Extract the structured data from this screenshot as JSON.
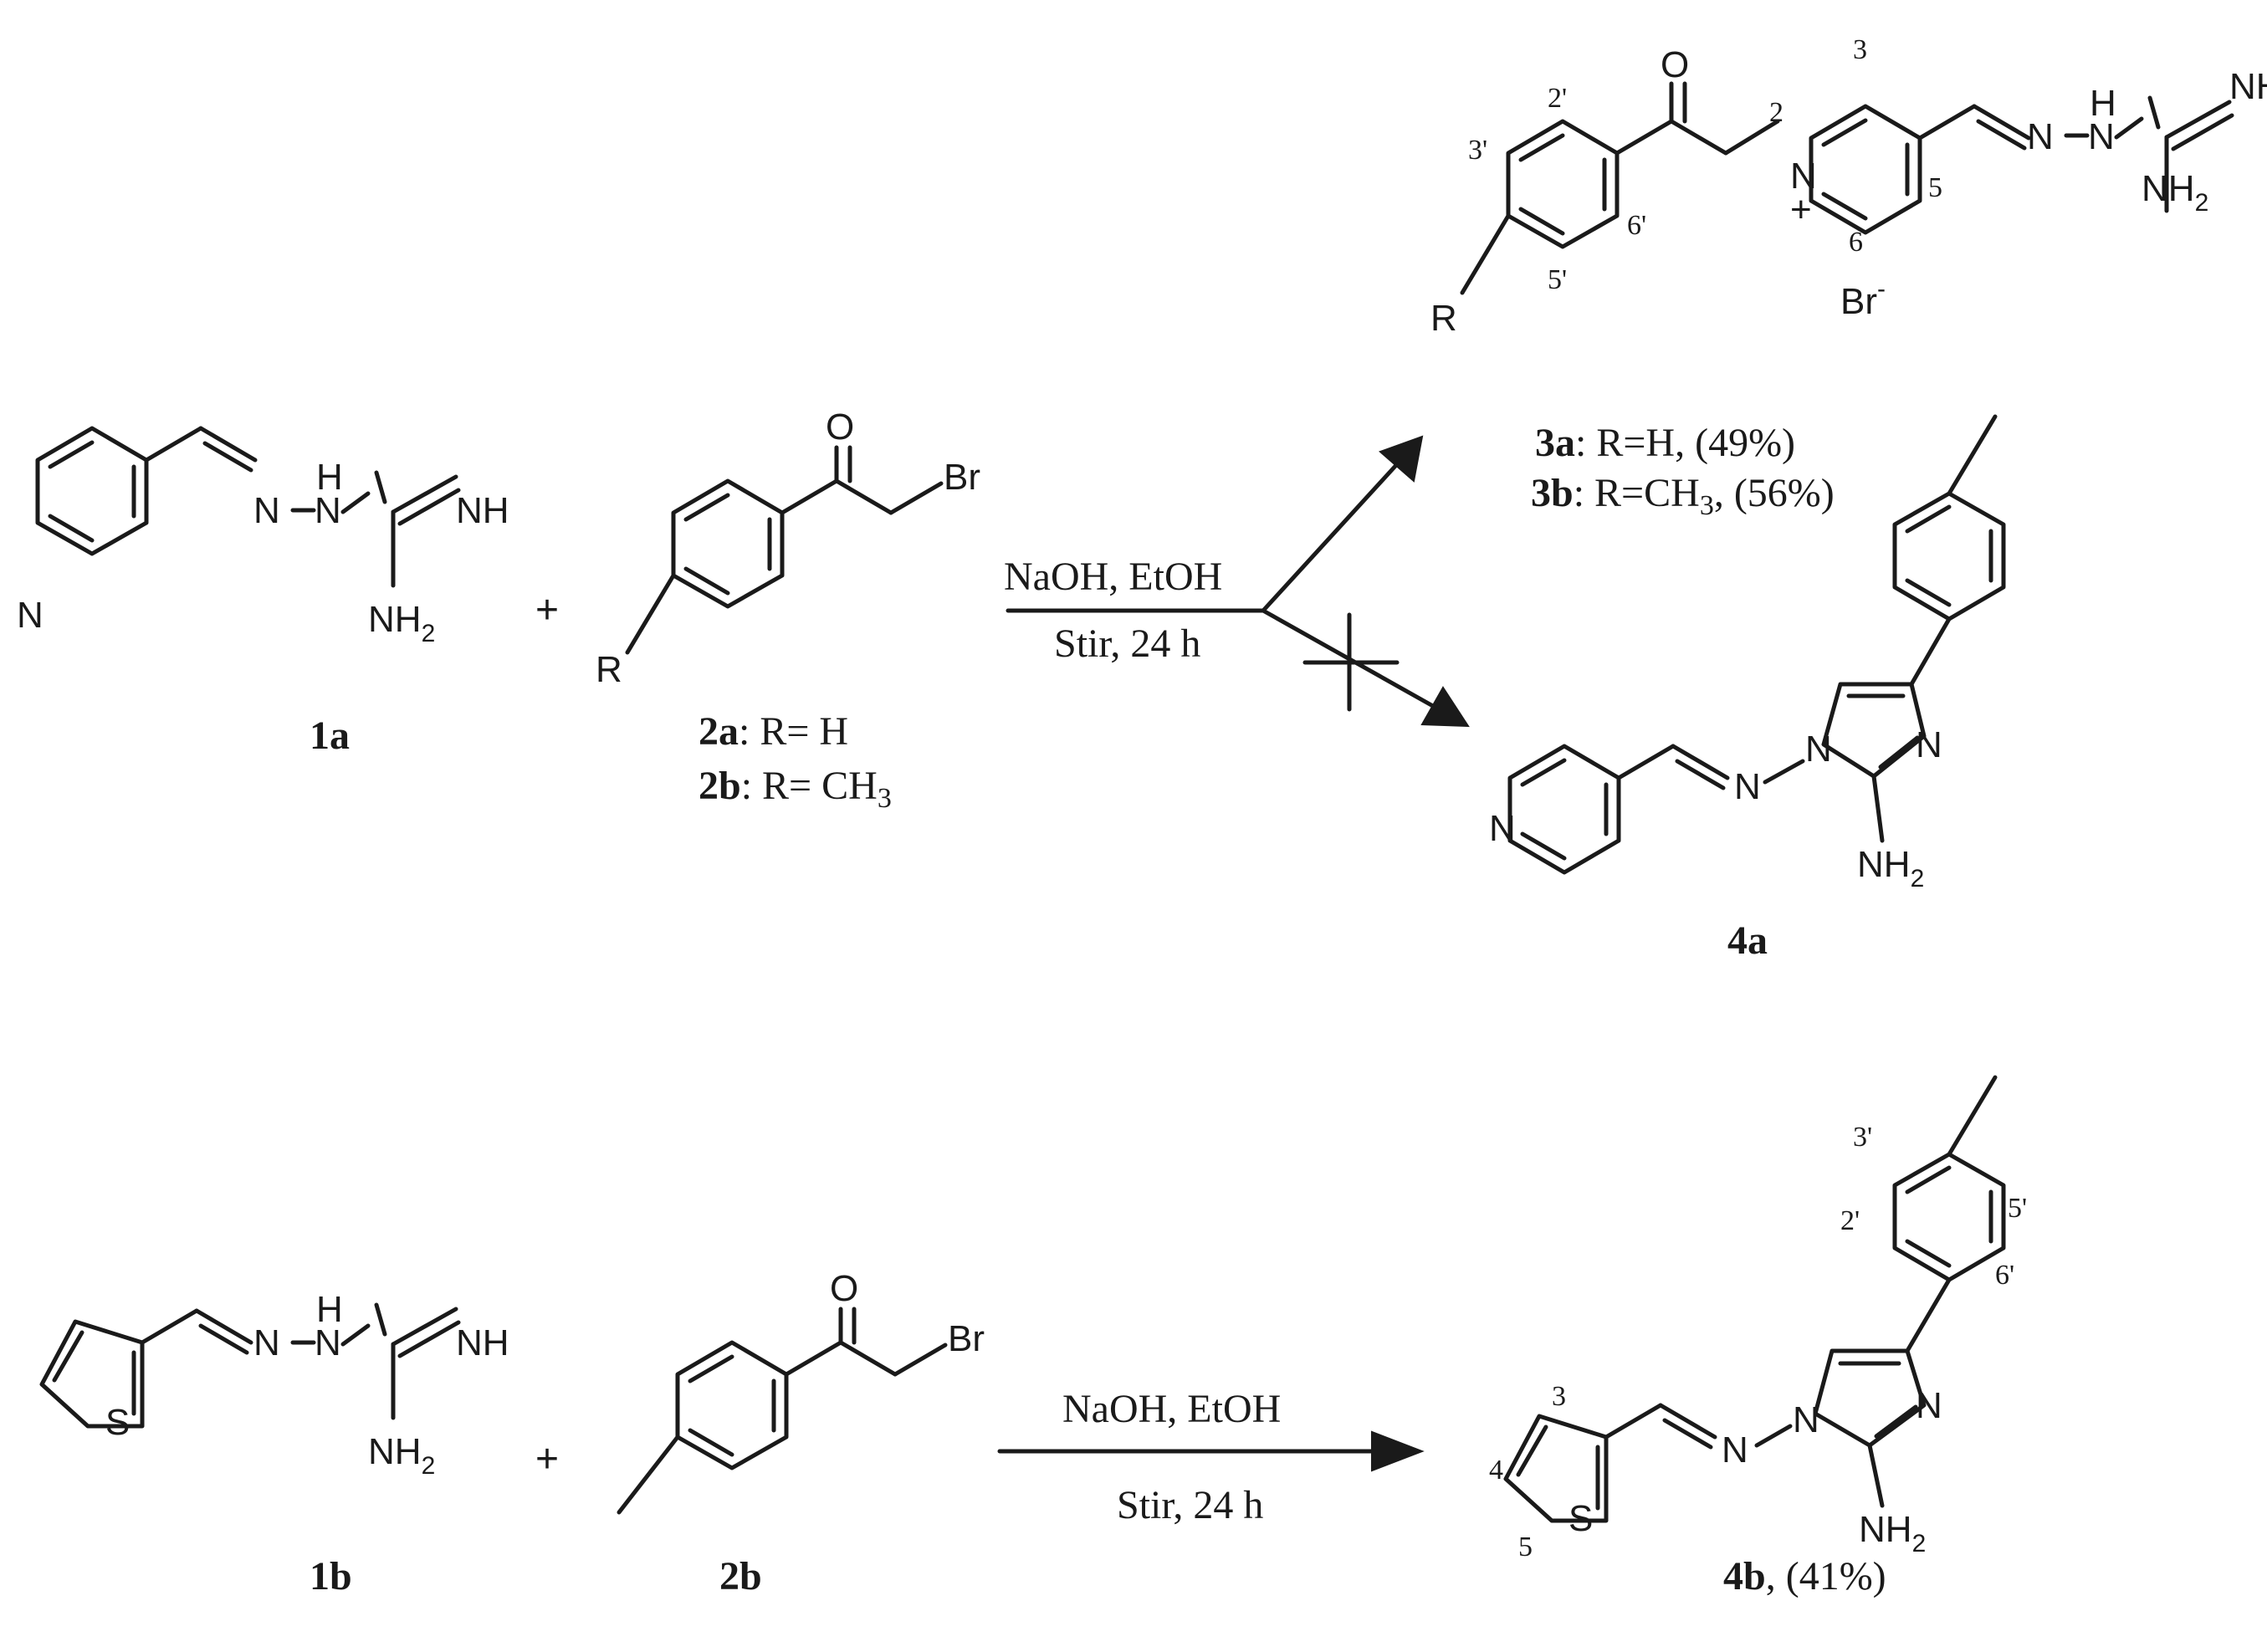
{
  "atoms": {
    "nh": "NH",
    "n": "N",
    "h": "H",
    "o": "O",
    "br": "Br",
    "r": "R",
    "s": "S",
    "nh2_base": "NH",
    "sub2": "2",
    "plus_charge": "+",
    "br_minus_base": "Br",
    "minus": "-"
  },
  "plus_sign": "+",
  "conditions": {
    "reagents": "NaOH, EtOH",
    "time": "Stir, 24 h"
  },
  "compounds": {
    "c1a": "1a",
    "c1b": "1b",
    "c2a_bold": "2a",
    "c2a_text": ": R= H",
    "c2b_bold": "2b",
    "c2b_text": ": R= CH",
    "c2b_sub": "3",
    "c2b_bottom": "2b",
    "c3a_bold": "3a",
    "c3a_text": ": R=H, (49%)",
    "c3b_bold": "3b",
    "c3b_text1": ": R=CH",
    "c3b_sub": "3",
    "c3b_text2": ", (56%)",
    "c4a": "4a",
    "c4b_bold": "4b",
    "c4b_text": ", (41%)"
  },
  "numbering": {
    "p2": "2",
    "p3": "3",
    "p5": "5",
    "p6": "6",
    "a2": "2'",
    "a3": "3'",
    "a5": "5'",
    "a6": "6'",
    "t3": "3",
    "t4": "4",
    "t5": "5",
    "b2": "2'",
    "b3": "3'",
    "b5": "5'",
    "b6": "6'"
  }
}
